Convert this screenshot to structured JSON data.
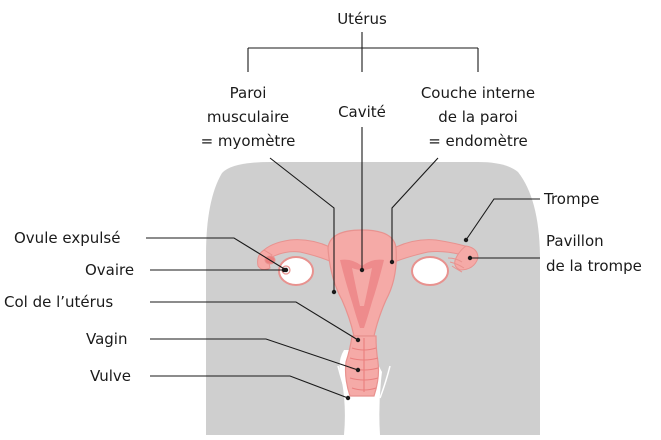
{
  "title": "Utérus",
  "uterus_parts": {
    "wall": [
      "Paroi",
      "musculaire",
      "= myomètre"
    ],
    "cavity": "Cavité",
    "inner": [
      "Couche interne",
      "de la paroi",
      "= endomètre"
    ]
  },
  "left_labels": {
    "ovule": "Ovule expulsé",
    "ovary": "Ovaire",
    "cervix": "Col de l’utérus",
    "vagina": "Vagin",
    "vulva": "Vulve"
  },
  "right_labels": {
    "tube": "Trompe",
    "pavilion": [
      "Pavillon",
      "de la trompe"
    ]
  },
  "colors": {
    "body": "#cfcfcf",
    "organ": "#f5aaa7",
    "organ_dark": "#ea7f7e",
    "outline": "#e8928f",
    "cavity": "#ee8b8c",
    "text": "#1a1a1a"
  }
}
